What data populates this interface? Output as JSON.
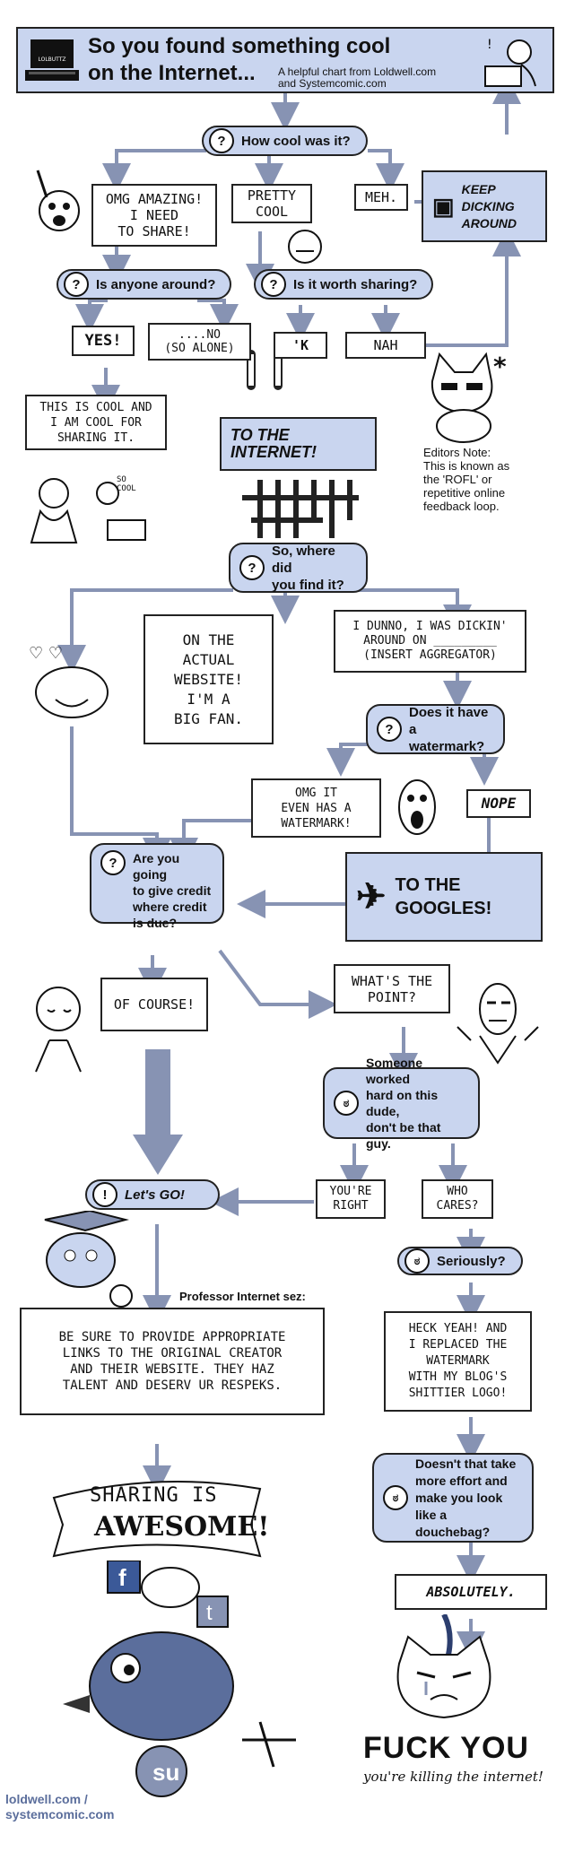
{
  "header": {
    "title_line1": "So you found something cool",
    "title_line2": "on the Internet...",
    "subtitle": "A helpful chart from Loldwell.com\nand Systemcomic.com",
    "logo_text": "LOLBUTTZ"
  },
  "nodes": {
    "how_cool": "How cool was it?",
    "omg": "OMG AMAZING!\nI NEED\nTO SHARE!",
    "pretty_cool": "PRETTY\nCOOL",
    "meh": "MEH.",
    "keep_dicking": "KEEP\nDICKING\nAROUND",
    "anyone_around": "Is anyone around?",
    "worth_sharing": "Is it worth sharing?",
    "yes": "YES!",
    "no_alone": "....NO\n(SO ALONE)",
    "k": "'K",
    "nah": "NAH",
    "this_is_cool": "THIS IS COOL AND\nI AM COOL FOR\nSHARING IT.",
    "so_cool": "SO\nCOOL",
    "to_internet": "TO THE INTERNET!",
    "editors_note": "Editors Note:\nThis is known as\nthe 'ROFL' or\nrepetitive online\nfeedback loop.",
    "where_find": "So, where did\nyou find it?",
    "actual_website": "ON THE\nACTUAL\nWEBSITE!\nI'M A\nBIG FAN.",
    "aggregator": "I DUNNO, I WAS  DICKIN'\nAROUND ON _________\n(INSERT AGGREGATOR)",
    "watermark_q": "Does it have\na watermark?",
    "omg_watermark": "OMG IT\nEVEN HAS A\nWATERMARK!",
    "nope": "NOPE",
    "googles": "TO THE\nGOOGLES!",
    "credit_q": "Are you going\nto give credit\nwhere credit\nis due?",
    "of_course": "OF COURSE!",
    "whats_point": "WHAT'S THE\nPOINT?",
    "someone_worked": "Someone worked\nhard on this dude,\ndon't be that guy.",
    "lets_go": "Let's GO!",
    "youre_right": "YOU'RE\nRIGHT",
    "who_cares": "WHO\nCARES?",
    "seriously": "Seriously?",
    "professor_sez": "Professor Internet sez:",
    "professor_text": "BE SURE TO PROVIDE APPROPRIATE\nLINKS TO THE ORIGINAL CREATOR\nAND THEIR WEBSITE. THEY HAZ\nTALENT AND DESERV UR RESPEKS.",
    "heck_yeah": "HECK YEAH! AND\nI REPLACED THE\nWATERMARK\nWITH MY BLOG'S\nSHITTIER LOGO!",
    "douchebag": "Doesn't that take\nmore effort and\nmake you look\nlike a douchebag?",
    "absolutely": "ABSOLUTELY.",
    "sharing_awesome_1": "SHARING IS",
    "sharing_awesome_2": "AWESOME!",
    "fuck_you": "FUCK YOU",
    "killing": "you're killing the internet!",
    "footer": "loldwell.com /\nsystemcomic.com"
  },
  "icons": {
    "question": "?",
    "exclaim": "!",
    "asterisk": "*"
  },
  "colors": {
    "box_blue": "#c9d5ef",
    "arrow": "#8793b3",
    "ink": "#111111"
  }
}
